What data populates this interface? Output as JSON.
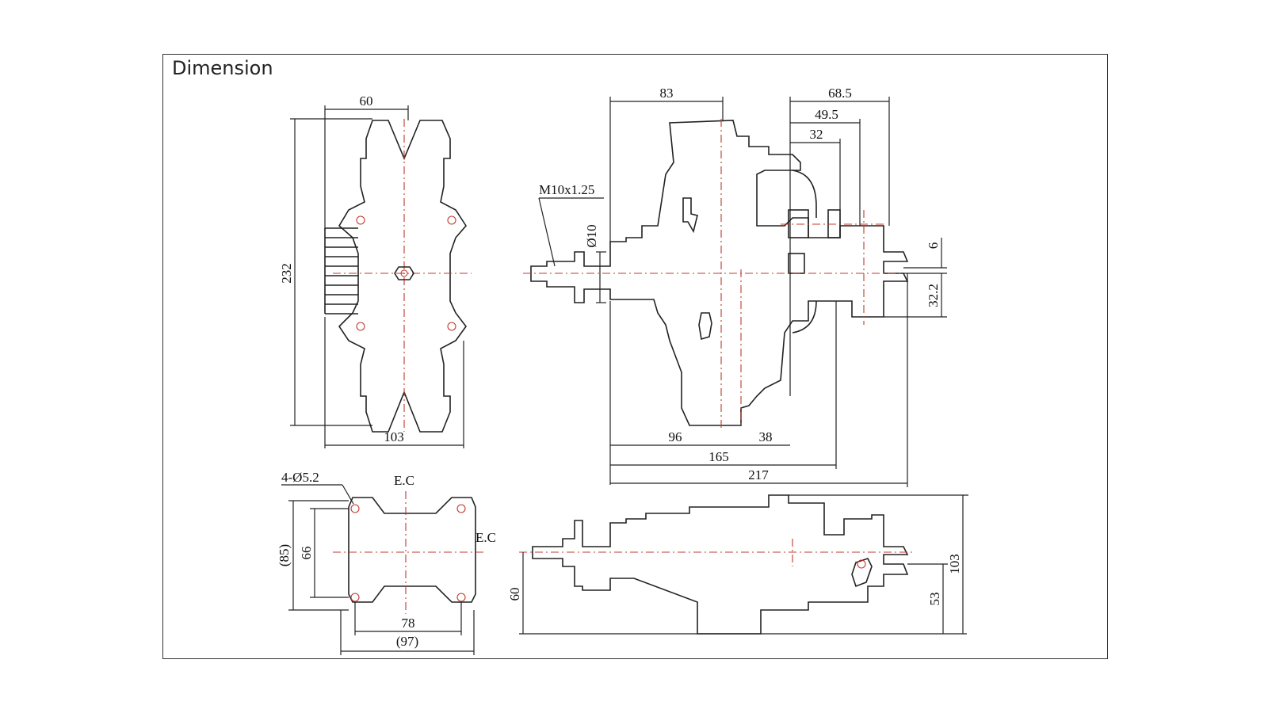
{
  "title": "Dimension",
  "front_view": {
    "width_top": "60",
    "height": "232",
    "width_bottom": "103"
  },
  "side_view": {
    "d83": "83",
    "d68_5": "68.5",
    "d49_5": "49.5",
    "d32": "32",
    "thread": "M10x1.25",
    "bore": "Ø10",
    "d6": "6",
    "d32_2": "32.2",
    "d96": "96",
    "d38": "38",
    "d165": "165",
    "d217": "217"
  },
  "mount_view": {
    "holes": "4-Ø5.2",
    "ec_top": "E.C",
    "ec_right": "E.C",
    "h85": "(85)",
    "h66": "66",
    "w78": "78",
    "w97": "(97)"
  },
  "bottom_view": {
    "h60": "60",
    "h103": "103",
    "h53": "53"
  },
  "colors": {
    "centerline": "#c0392b",
    "outline": "#222222"
  }
}
